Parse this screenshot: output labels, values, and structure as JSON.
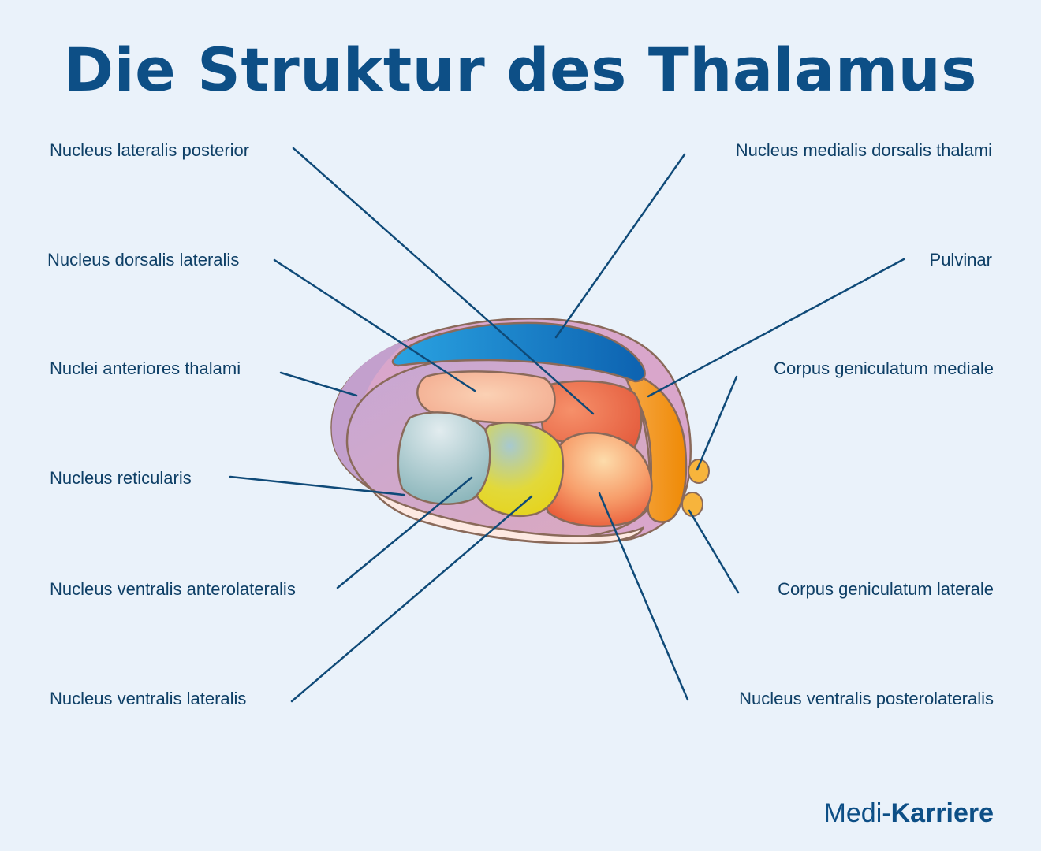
{
  "title": "Die Struktur des Thalamus",
  "labels": {
    "lateralis_posterior": "Nucleus lateralis posterior",
    "dorsalis_lateralis": "Nucleus dorsalis lateralis",
    "anteriores": "Nuclei anteriores thalami",
    "reticularis": "Nucleus reticularis",
    "ventralis_anterolateralis": "Nucleus ventralis anterolateralis",
    "ventralis_lateralis": "Nucleus ventralis lateralis",
    "medialis_dorsalis": "Nucleus medialis dorsalis thalami",
    "pulvinar": "Pulvinar",
    "cg_mediale": "Corpus geniculatum mediale",
    "cg_laterale": "Corpus geniculatum laterale",
    "ventralis_posterolateralis": "Nucleus ventralis posterolateralis"
  },
  "logo": {
    "part1": "Medi-",
    "part2": "Karriere"
  },
  "colors": {
    "background": "#eaf2fa",
    "title": "#0d4f86",
    "leader_line": "#0f4a78",
    "outline": "#8a6a5a"
  }
}
